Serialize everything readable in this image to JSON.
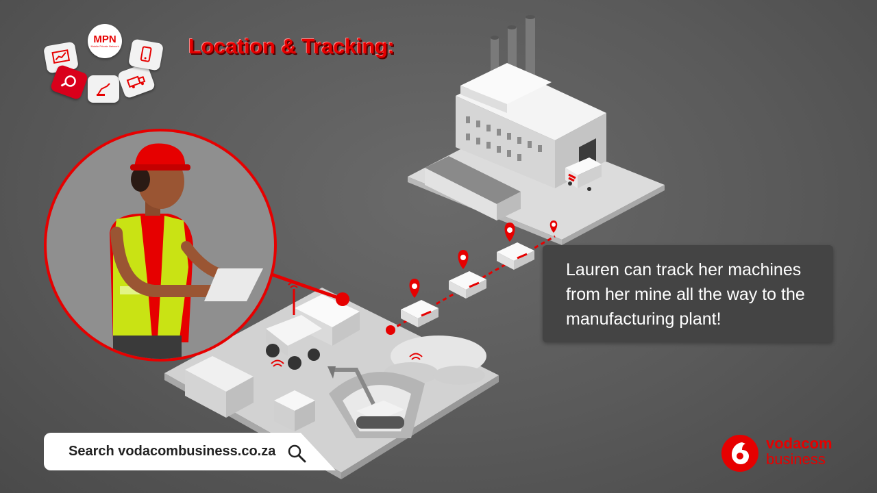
{
  "title": "Location & Tracking:",
  "mpn": {
    "label": "MPN",
    "sublabel": "Mobile Private Network"
  },
  "info_box": {
    "text": "Lauren can track her machines from her mine all the way to the manufacturing plant!"
  },
  "search_bar": {
    "label": "Search vodacombusiness.co.za"
  },
  "logo": {
    "word1": "vodacom",
    "word2": "business"
  },
  "colors": {
    "accent": "#e60000",
    "background": "#5a5a5a",
    "info_box": "#444444"
  },
  "icons": [
    "chart-icon",
    "search-icon",
    "robot-arm-icon",
    "truck-icon",
    "mobile-icon",
    "vodafone-speechmark-icon"
  ]
}
